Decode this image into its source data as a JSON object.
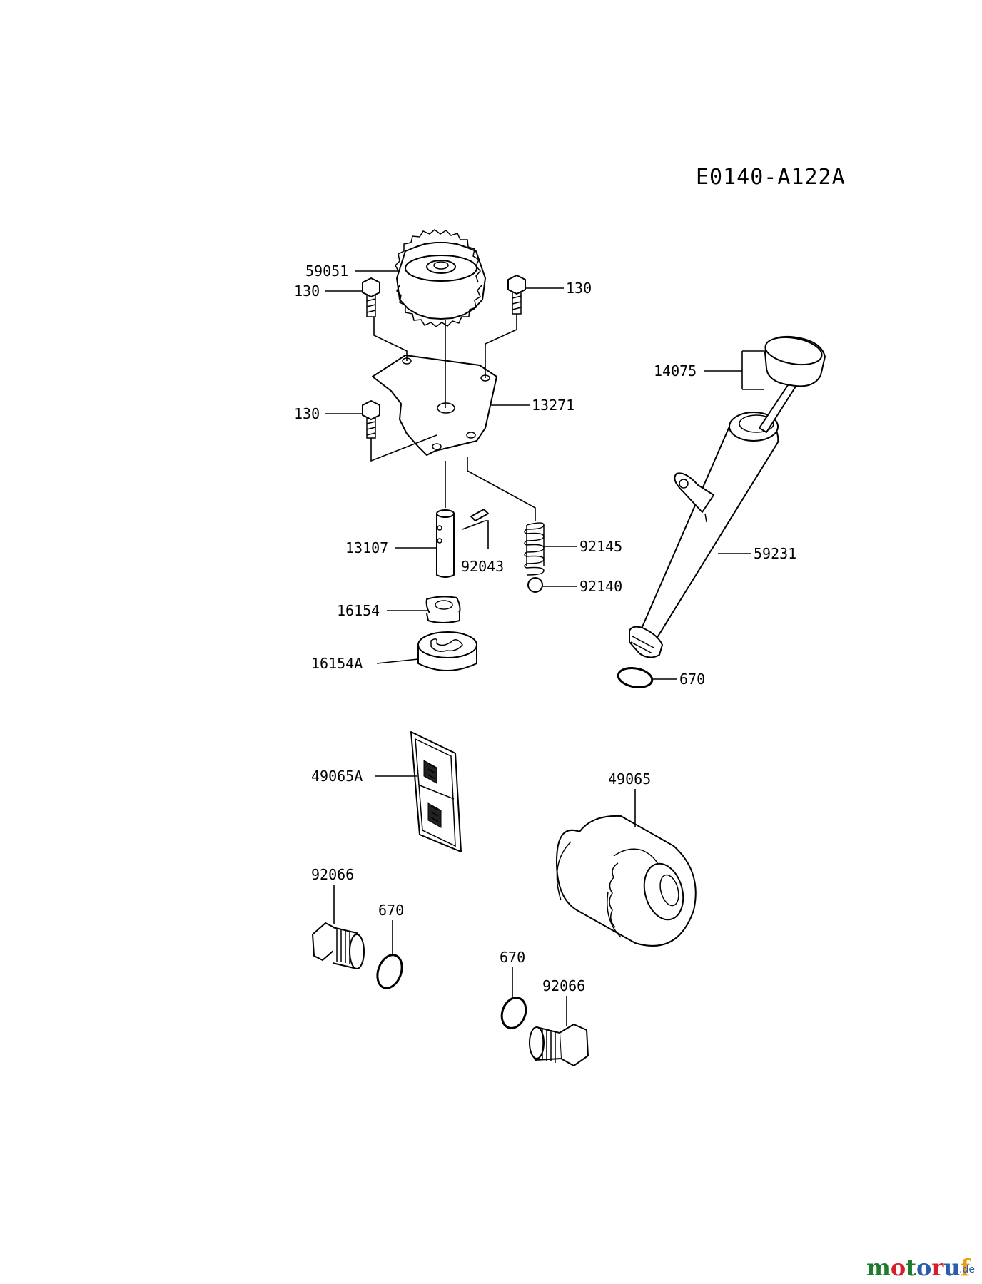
{
  "diagram_code": "E0140-A122A",
  "parts": {
    "p59051": "59051",
    "p130_a": "130",
    "p130_b": "130",
    "p130_c": "130",
    "p14075": "14075",
    "p13271": "13271",
    "p13107": "13107",
    "p92043": "92043",
    "p92145": "92145",
    "p92140": "92140",
    "p59231": "59231",
    "p16154": "16154",
    "p16154A": "16154A",
    "p670_a": "670",
    "p49065A": "49065A",
    "p49065": "49065",
    "p92066_a": "92066",
    "p670_b": "670",
    "p670_c": "670",
    "p92066_b": "92066"
  },
  "watermark": {
    "brand": "motoruf",
    "suffix": ".de",
    "colors": [
      "#1e7a2e",
      "#d4202a",
      "#1e7a2e",
      "#2a5db0",
      "#d4202a",
      "#2a5db0",
      "#e8a010"
    ]
  }
}
